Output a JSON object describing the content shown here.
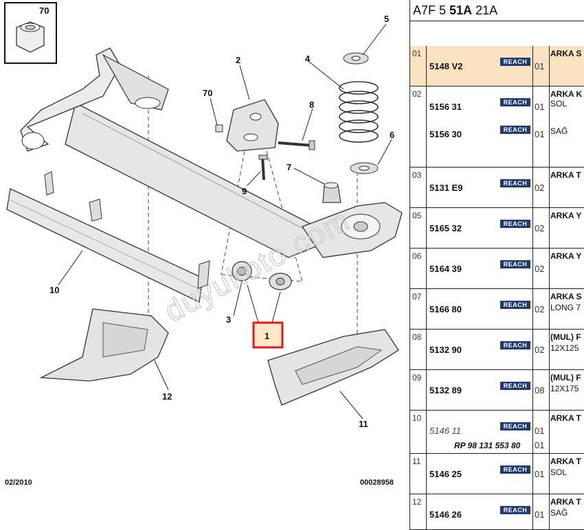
{
  "diagram": {
    "callouts": {
      "n1": "1",
      "n2": "2",
      "n3": "3",
      "n4": "4",
      "n5": "5",
      "n6": "6",
      "n7": "7",
      "n8": "8",
      "n9": "9",
      "n10": "10",
      "n11": "11",
      "n12": "12",
      "n70": "70"
    },
    "inset_label": "70",
    "watermark": "duyukoto.com",
    "date_code": "02/2010",
    "drawing_number": "00028958",
    "highlight_color": "#e01818"
  },
  "catalog": {
    "header_prefix": "A7F 5 ",
    "header_bold": "51A",
    "header_suffix": " 21A",
    "reach_label": "REACH",
    "rows": [
      {
        "num": "01",
        "highlighted": true,
        "parts": [
          {
            "ref": "5148 V2",
            "qty": "01"
          }
        ],
        "desc": [
          "ARKA S"
        ]
      },
      {
        "num": "02",
        "parts": [
          {
            "ref": "5156 31",
            "qty": "01"
          },
          {
            "ref": "5156 30",
            "qty": "01"
          }
        ],
        "desc": [
          "ARKA K",
          "SOL",
          "SAĞ"
        ]
      },
      {
        "num": "03",
        "parts": [
          {
            "ref": "5131 E9",
            "qty": "02"
          }
        ],
        "desc": [
          "ARKA T"
        ]
      },
      {
        "num": "05",
        "parts": [
          {
            "ref": "5165 32",
            "qty": "02"
          }
        ],
        "desc": [
          "ARKA Y"
        ]
      },
      {
        "num": "06",
        "parts": [
          {
            "ref": "5164 39",
            "qty": "02"
          }
        ],
        "desc": [
          "ARKA Y"
        ]
      },
      {
        "num": "07",
        "parts": [
          {
            "ref": "5166 80",
            "qty": "02"
          }
        ],
        "desc": [
          "ARKA S",
          "LONG 7"
        ]
      },
      {
        "num": "08",
        "parts": [
          {
            "ref": "5132 90",
            "qty": "02"
          }
        ],
        "desc": [
          "(MUL) F",
          "12X125"
        ]
      },
      {
        "num": "09",
        "parts": [
          {
            "ref": "5132 89",
            "qty": "08"
          }
        ],
        "desc": [
          "(MUL) F",
          "12X175"
        ]
      },
      {
        "num": "10",
        "parts": [
          {
            "ref": "5146 11",
            "qty": "01",
            "italic": true
          }
        ],
        "rp": "RP 98 131 553 80",
        "rp_qty": "01",
        "desc": [
          "ARKA T"
        ]
      },
      {
        "num": "11",
        "parts": [
          {
            "ref": "5146 25",
            "qty": "01"
          }
        ],
        "desc": [
          "ARKA T",
          "SOL"
        ]
      },
      {
        "num": "12",
        "parts": [
          {
            "ref": "5146 26",
            "qty": "01"
          }
        ],
        "desc": [
          "ARKA T",
          "SAĞ"
        ]
      }
    ]
  }
}
